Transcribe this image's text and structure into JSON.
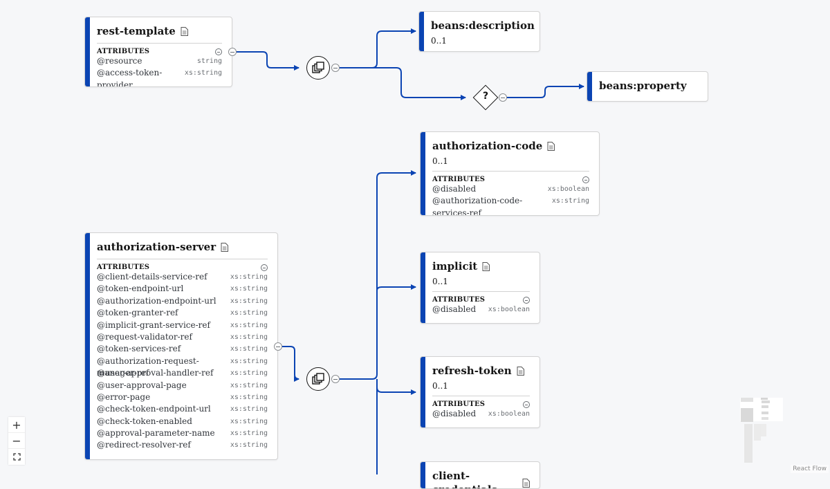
{
  "nodes": {
    "rest_template": {
      "title": "rest-template",
      "attributes_label": "ATTRIBUTES",
      "attributes": [
        {
          "name": "@resource",
          "type": "string"
        },
        {
          "name": "@access-token-provider",
          "type": "xs:string"
        }
      ]
    },
    "beans_description": {
      "title": "beans:description",
      "cardinality": "0..1"
    },
    "beans_property": {
      "title": "beans:property"
    },
    "authorization_code": {
      "title": "authorization-code",
      "cardinality": "0..1",
      "attributes_label": "ATTRIBUTES",
      "attributes": [
        {
          "name": "@disabled",
          "type": "xs:boolean"
        },
        {
          "name": "@authorization-code-services-ref",
          "type": "xs:string"
        }
      ]
    },
    "implicit": {
      "title": "implicit",
      "cardinality": "0..1",
      "attributes_label": "ATTRIBUTES",
      "attributes": [
        {
          "name": "@disabled",
          "type": "xs:boolean"
        }
      ]
    },
    "refresh_token": {
      "title": "refresh-token",
      "cardinality": "0..1",
      "attributes_label": "ATTRIBUTES",
      "attributes": [
        {
          "name": "@disabled",
          "type": "xs:boolean"
        }
      ]
    },
    "client_credentials": {
      "title": "client-credentials"
    },
    "authorization_server": {
      "title": "authorization-server",
      "attributes_label": "ATTRIBUTES",
      "attributes": [
        {
          "name": "@client-details-service-ref",
          "type": "xs:string"
        },
        {
          "name": "@token-endpoint-url",
          "type": "xs:string"
        },
        {
          "name": "@authorization-endpoint-url",
          "type": "xs:string"
        },
        {
          "name": "@token-granter-ref",
          "type": "xs:string"
        },
        {
          "name": "@implicit-grant-service-ref",
          "type": "xs:string"
        },
        {
          "name": "@request-validator-ref",
          "type": "xs:string"
        },
        {
          "name": "@token-services-ref",
          "type": "xs:string"
        },
        {
          "name": "@authorization-request-manager-ref",
          "type": "xs:string"
        },
        {
          "name": "@user-approval-handler-ref",
          "type": "xs:string"
        },
        {
          "name": "@user-approval-page",
          "type": "xs:string"
        },
        {
          "name": "@error-page",
          "type": "xs:string"
        },
        {
          "name": "@check-token-endpoint-url",
          "type": "xs:string"
        },
        {
          "name": "@check-token-enabled",
          "type": "xs:string"
        },
        {
          "name": "@approval-parameter-name",
          "type": "xs:string"
        },
        {
          "name": "@redirect-resolver-ref",
          "type": "xs:string"
        }
      ]
    }
  },
  "choice_symbol": "?",
  "controls": {
    "zoom_in": "+",
    "zoom_out": "−"
  },
  "attribution": "React Flow",
  "colors": {
    "accent": "#0b44b3",
    "edge": "#0b44b3",
    "background": "#f6f7f9"
  }
}
